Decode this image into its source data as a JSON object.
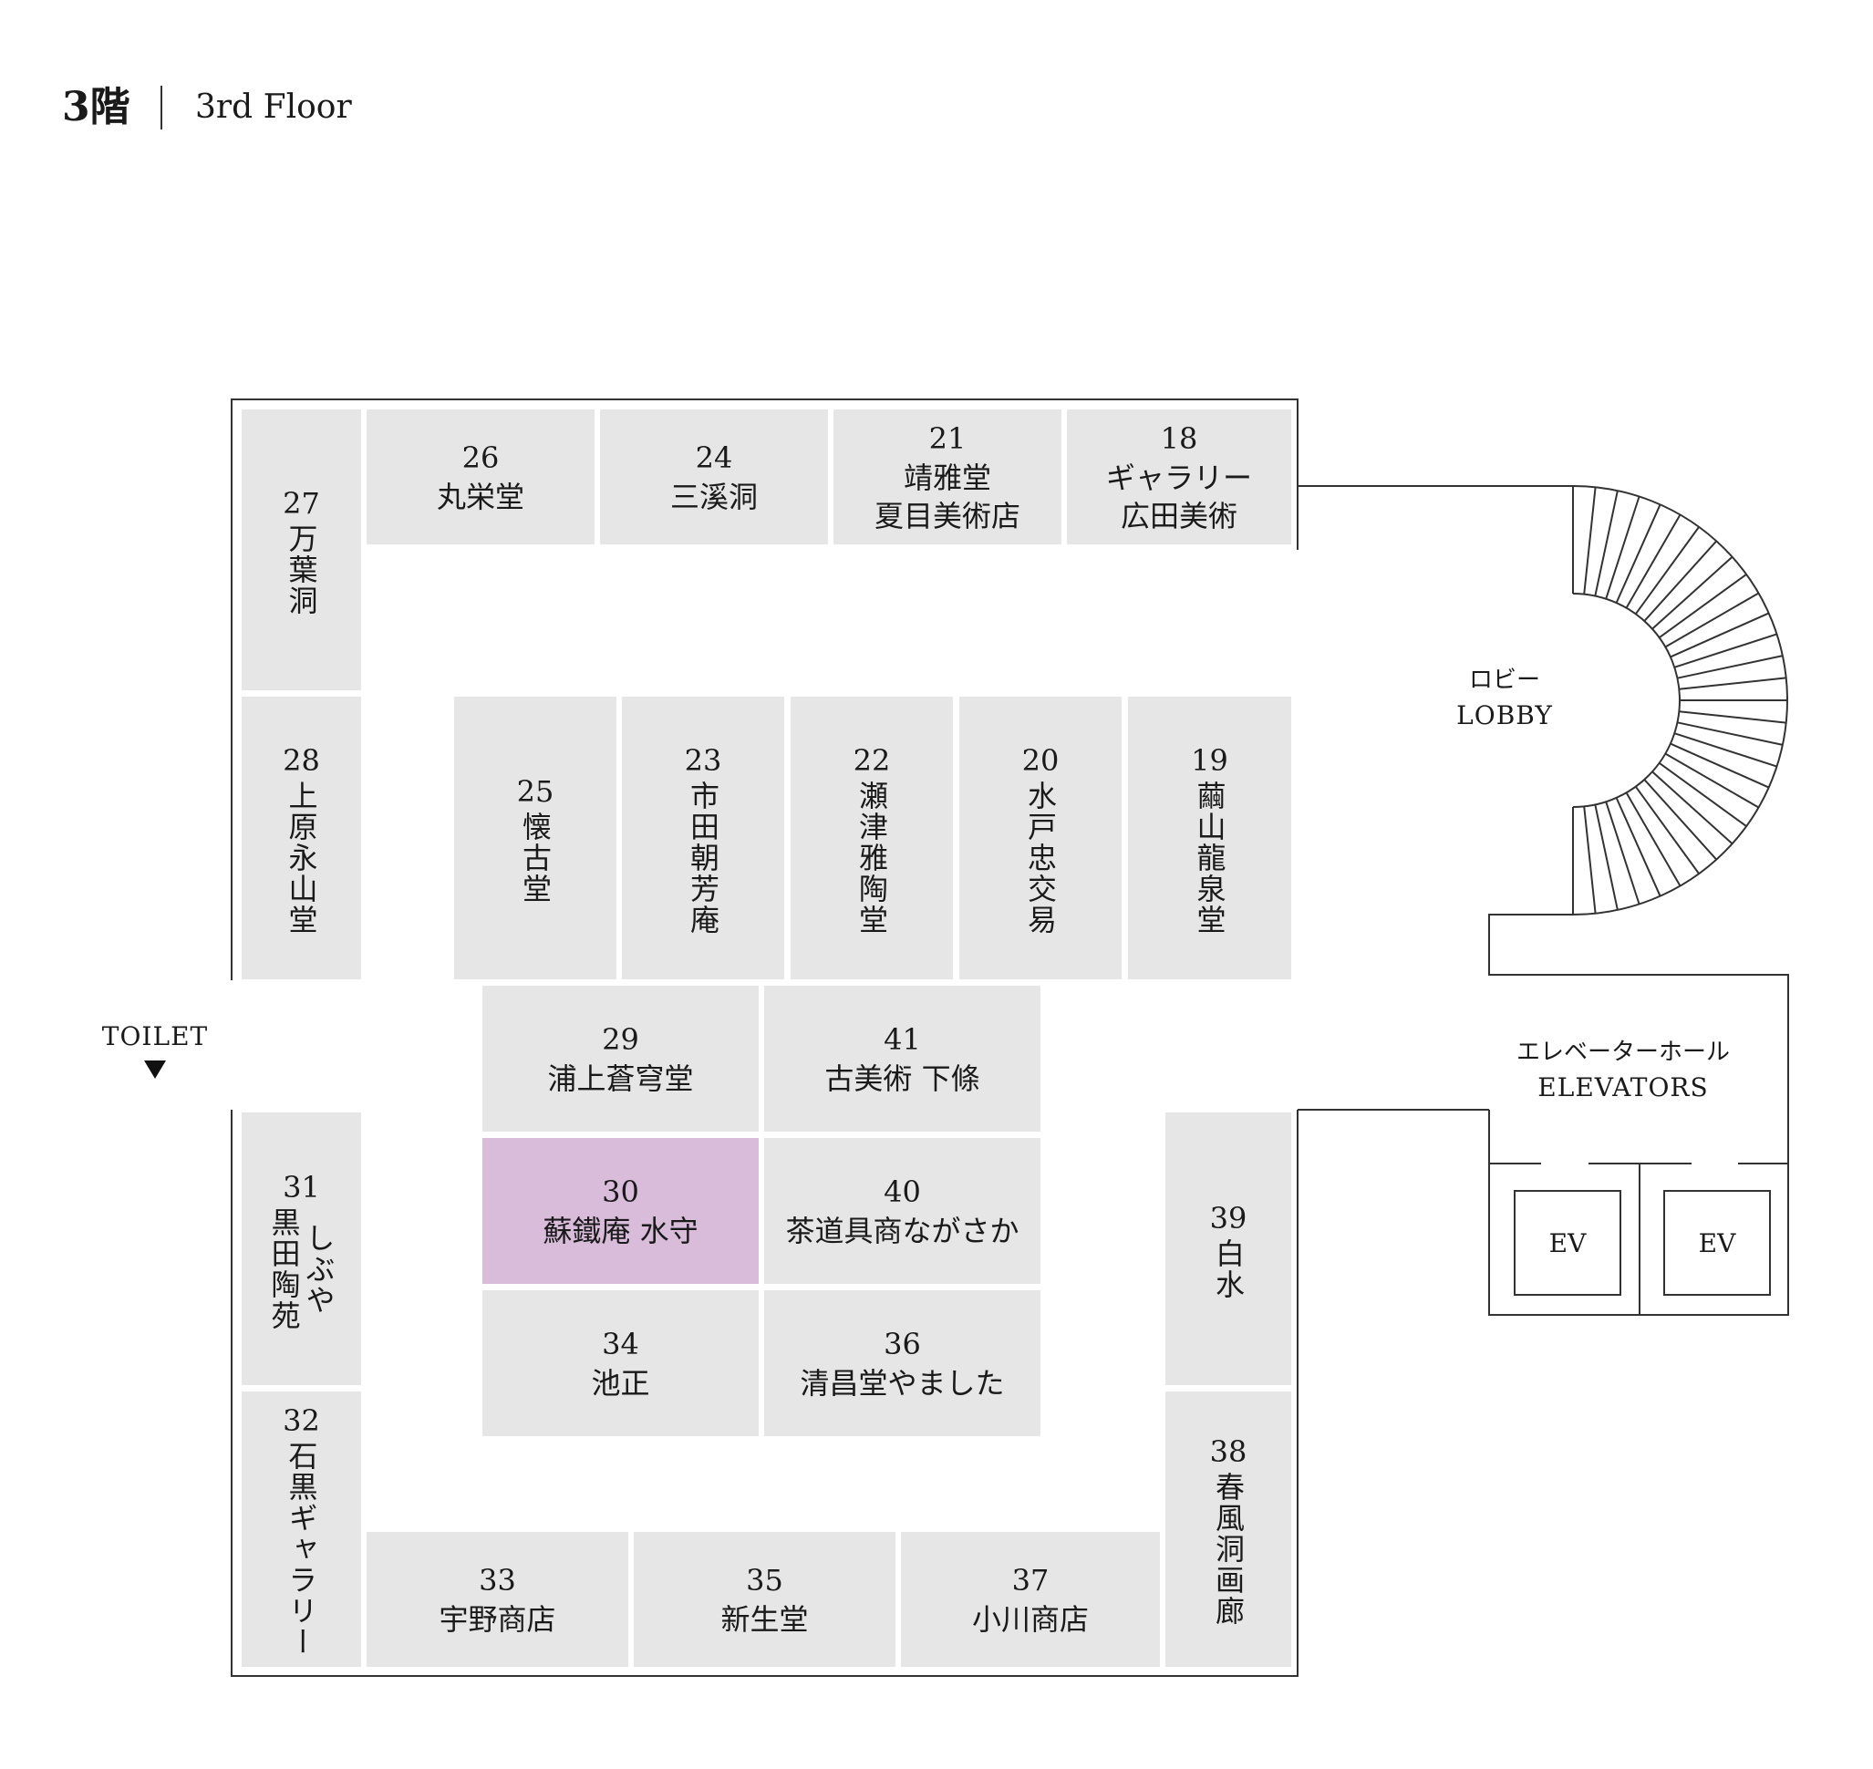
{
  "header": {
    "floor_jp": "3階",
    "floor_en": "3rd Floor"
  },
  "booths": {
    "b27": {
      "number": "27",
      "name": "万葉洞"
    },
    "b26": {
      "number": "26",
      "name": "丸栄堂"
    },
    "b24": {
      "number": "24",
      "name": "三溪洞"
    },
    "b21": {
      "number": "21",
      "name_line1": "靖雅堂",
      "name_line2": "夏目美術店"
    },
    "b18": {
      "number": "18",
      "name_line1": "ギャラリー",
      "name_line2": "広田美術"
    },
    "b28": {
      "number": "28",
      "name": "上原永山堂"
    },
    "b25": {
      "number": "25",
      "name": "懐古堂"
    },
    "b23": {
      "number": "23",
      "name": "市田朝芳庵"
    },
    "b22": {
      "number": "22",
      "name": "瀬津雅陶堂"
    },
    "b20": {
      "number": "20",
      "name": "水戸忠交易"
    },
    "b19": {
      "number": "19",
      "name": "繭山龍泉堂"
    },
    "b29": {
      "number": "29",
      "name": "浦上蒼穹堂"
    },
    "b41": {
      "number": "41",
      "name": "古美術 下條"
    },
    "b30": {
      "number": "30",
      "name": "蘇鐵庵 水守"
    },
    "b40": {
      "number": "40",
      "name": "茶道具商ながさか"
    },
    "b34": {
      "number": "34",
      "name": "池正"
    },
    "b36": {
      "number": "36",
      "name": "清昌堂やました"
    },
    "b31": {
      "number": "31",
      "name_col1": "しぶや",
      "name_col2": "黒田陶苑"
    },
    "b39": {
      "number": "39",
      "name": "白水"
    },
    "b32": {
      "number": "32",
      "name": "石黒ギャラリー"
    },
    "b38": {
      "number": "38",
      "name": "春風洞画廊"
    },
    "b33": {
      "number": "33",
      "name": "宇野商店"
    },
    "b35": {
      "number": "35",
      "name": "新生堂"
    },
    "b37": {
      "number": "37",
      "name": "小川商店"
    }
  },
  "labels": {
    "toilet": "TOILET",
    "lobby_jp": "ロビー",
    "lobby_en": "LOBBY",
    "elevators_jp": "エレベーターホール",
    "elevators_en": "ELEVATORS",
    "ev1": "EV",
    "ev2": "EV"
  },
  "colors": {
    "booth": "#e6e6e6",
    "highlight": "#d8bcda",
    "line": "#333333"
  },
  "highlighted_booth": "30"
}
